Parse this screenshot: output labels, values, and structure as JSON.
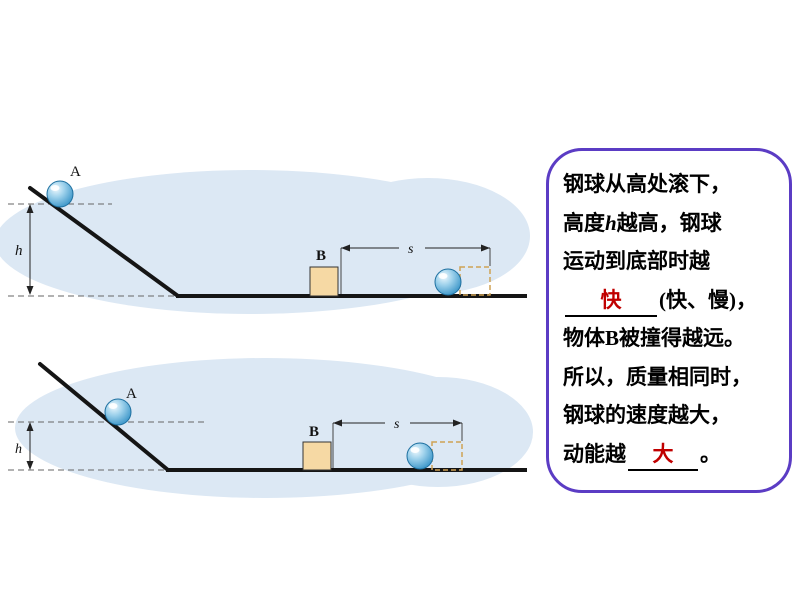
{
  "colors": {
    "note_border": "#5b3cc4",
    "answer_red": "#c00000",
    "cloud_blue": "#dce8f4",
    "ball_blue": "#2f8ec4",
    "block_tan": "#f6d9a4"
  },
  "diagram_top": {
    "ball_label": "A",
    "box_label": "B",
    "height_label": "h",
    "distance_label": "s"
  },
  "diagram_bottom": {
    "ball_label": "A",
    "box_label": "B",
    "height_label": "h",
    "distance_label": "s"
  },
  "note": {
    "line1": "钢球从高处滚下，",
    "line2_pre": "高度",
    "line2_var": "h",
    "line2_post": "越高，钢球",
    "line3": "运动到底部时越",
    "line4_answer": "快",
    "line4_post": "(快、慢)，",
    "line5_pre": "物体",
    "line5_var": "B",
    "line5_post": "被撞得越远。",
    "line6": "所以，质量相同时，",
    "line7": "钢球的速度越大，",
    "line8_pre": "动能越",
    "line8_answer": "大",
    "line8_post": "。"
  }
}
